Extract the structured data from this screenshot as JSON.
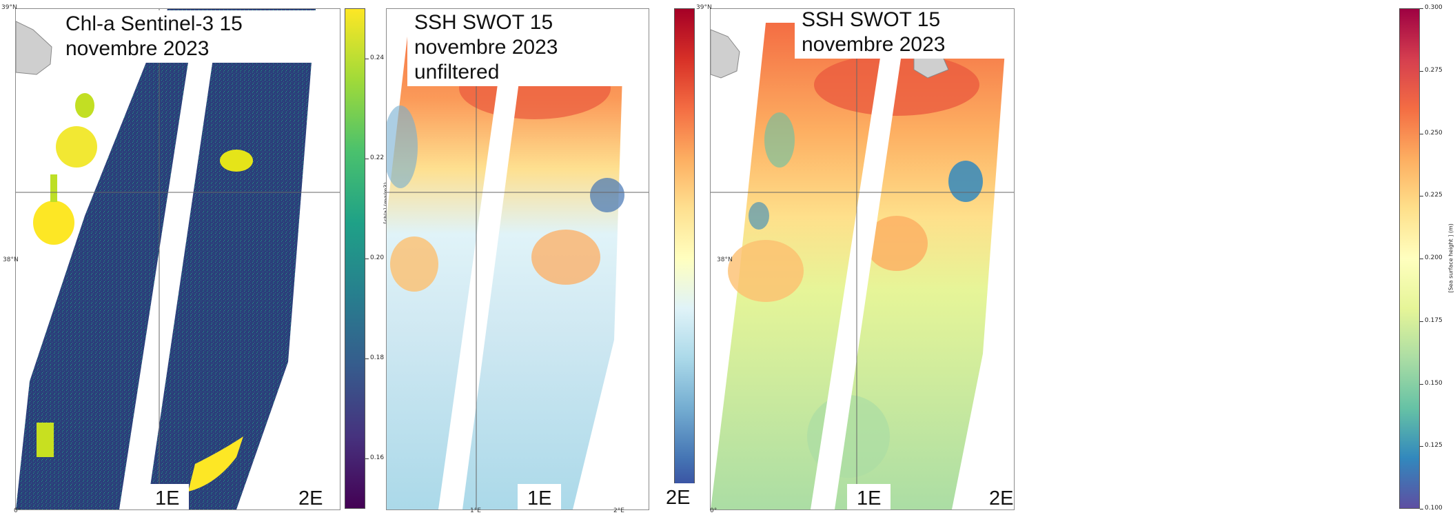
{
  "panels": [
    {
      "title_line1": "Chl-a Sentinel-3 15 novembre 2023",
      "title_line2": "",
      "lon_label": "1E",
      "lon_label2": "2E",
      "lat_top": "39°N",
      "lat_mid": "38°N",
      "lon_zero": "0°",
      "cbar_label": "[chla] (mg/m3)",
      "cbar_ticks": [
        "0.24",
        "0.22",
        "0.20",
        "0.18",
        "0.16"
      ],
      "cbar_range": [
        0.15,
        0.25
      ],
      "colormap": [
        "#fde725",
        "#a0da39",
        "#4ac16d",
        "#1fa187",
        "#277f8e",
        "#365c8d",
        "#46327e",
        "#440154"
      ]
    },
    {
      "title_line1": "SSH SWOT 15 novembre 2023",
      "title_line2": "unfiltered",
      "lon_label": "1E",
      "lon_label2": "2E",
      "lon_small1": "1°E",
      "lon_small2": "2°E",
      "colormap": [
        "#a50026",
        "#d73027",
        "#f46d43",
        "#fdae61",
        "#fee090",
        "#ffffbf",
        "#e0f3f8",
        "#abd9e9",
        "#74add1",
        "#4575b4",
        "#313695"
      ]
    },
    {
      "title_line1": "SSH SWOT 15 novembre 2023",
      "title_line2": "",
      "lon_label": "1E",
      "lon_label2": "2E",
      "lat_top": "39°N",
      "lat_mid": "38°N",
      "lon_zero": "0°",
      "cbar_label": "[Sea surface height ] (m)",
      "cbar_ticks": [
        "0.300",
        "0.275",
        "0.250",
        "0.225",
        "0.200",
        "0.175",
        "0.150",
        "0.125",
        "0.100"
      ],
      "cbar_range": [
        0.1,
        0.3
      ],
      "colormap": [
        "#9e0142",
        "#d53e4f",
        "#f46d43",
        "#fdae61",
        "#fee08b",
        "#ffffbf",
        "#e6f598",
        "#abdda4",
        "#66c2a5",
        "#3288bd",
        "#5e4fa2"
      ]
    }
  ]
}
